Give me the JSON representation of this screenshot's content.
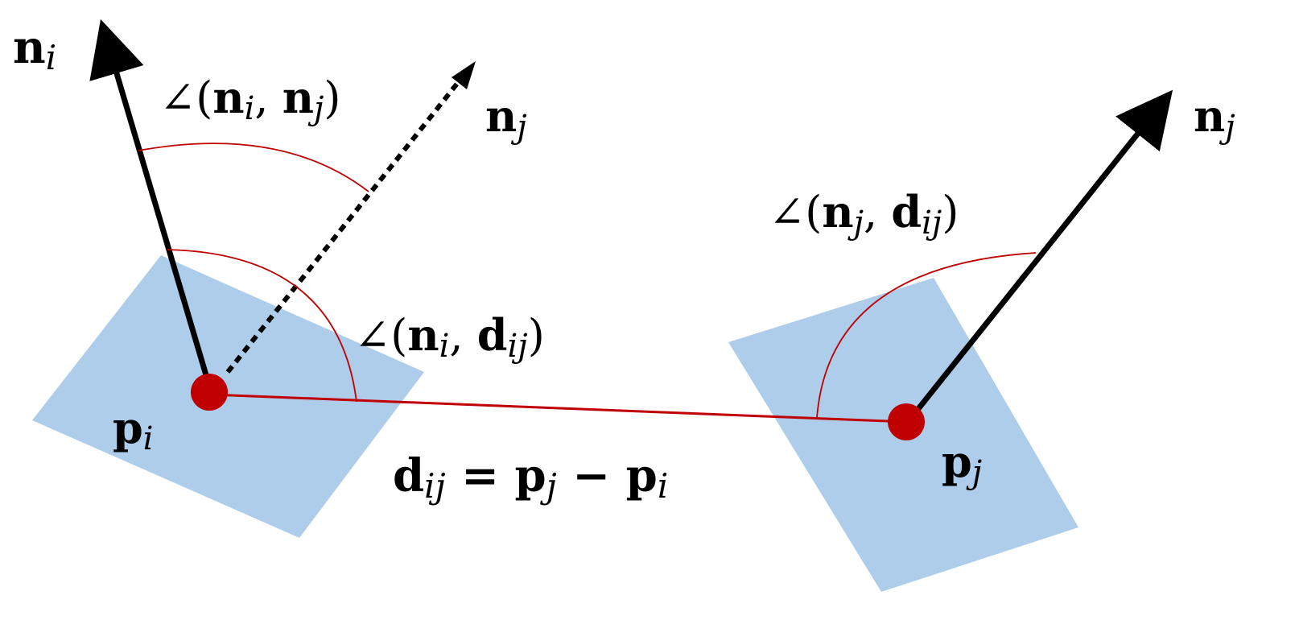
{
  "colors": {
    "plane": "#aecdea",
    "normal": "#000000",
    "point": "#c00000",
    "angle_arc": "#c00000",
    "displacement": "#c00000"
  },
  "labels": {
    "n_i": {
      "base": "n",
      "sub": "i"
    },
    "n_j_dashed": {
      "base": "n",
      "sub": "j"
    },
    "n_j": {
      "base": "n",
      "sub": "j"
    },
    "p_i": {
      "base": "p",
      "sub": "i"
    },
    "p_j": {
      "base": "p",
      "sub": "j"
    },
    "angle_ni_nj": {
      "angle": "∠(",
      "b1": "n",
      "s1": "i",
      "sep": ", ",
      "b2": "n",
      "s2": "j",
      "close": ")"
    },
    "angle_ni_dij": {
      "angle": "∠(",
      "b1": "n",
      "s1": "i",
      "sep": ", ",
      "b2": "d",
      "s2": "ij",
      "close": ")"
    },
    "angle_nj_dij": {
      "angle": "∠(",
      "b1": "n",
      "s1": "j",
      "sep": ", ",
      "b2": "d",
      "s2": "ij",
      "close": ")"
    },
    "equation": {
      "b1": "d",
      "s1": "ij",
      "eq": " = ",
      "b2": "p",
      "s2": "j",
      "minus": " − ",
      "b3": "p",
      "s3": "i"
    }
  }
}
